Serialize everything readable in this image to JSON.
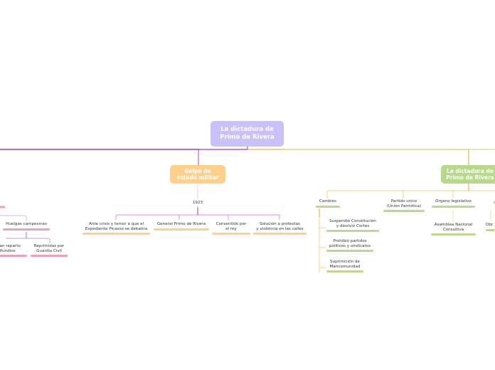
{
  "central": {
    "title": "La dictadura de Primo de Rivera"
  },
  "golpe": {
    "title": "Golpe de estado militar",
    "year": "1923",
    "items": [
      "Ante crisis y temor a que el\nExpediente Picasso se debatira",
      "General Primo de Rivera",
      "Consentido por\nel rey",
      "Solución a protestas\ny violencia en las calles"
    ]
  },
  "dictadura": {
    "title": "La dictadura de Primo de Rivera",
    "cambios": {
      "label": "Cambios",
      "items": [
        "Suspendió Constitución\ny disolvió Cortes",
        "Prohibió partidos\npolíticos y sindicatos",
        "Suprimición de\nMancomunidad"
      ]
    },
    "partido": "Partido unico\n(Unión Patriótica)",
    "organo": {
      "label": "Órgano legislativo",
      "child": "Asamblea Nacional\nConsultiva"
    },
    "partial_right": "Obr"
  },
  "left": {
    "huelgas": "Huelgas campesinas",
    "reparto": "ban reparto\ndifundios",
    "reprimidas": "Reprimidas por\nGuardia Civil"
  },
  "colors": {
    "central": "#c9c1f7",
    "golpe": "#ffd08a",
    "dictadura": "#b9d98a",
    "left_branch": "#7a1fa2",
    "pink": "#ef9fba"
  }
}
